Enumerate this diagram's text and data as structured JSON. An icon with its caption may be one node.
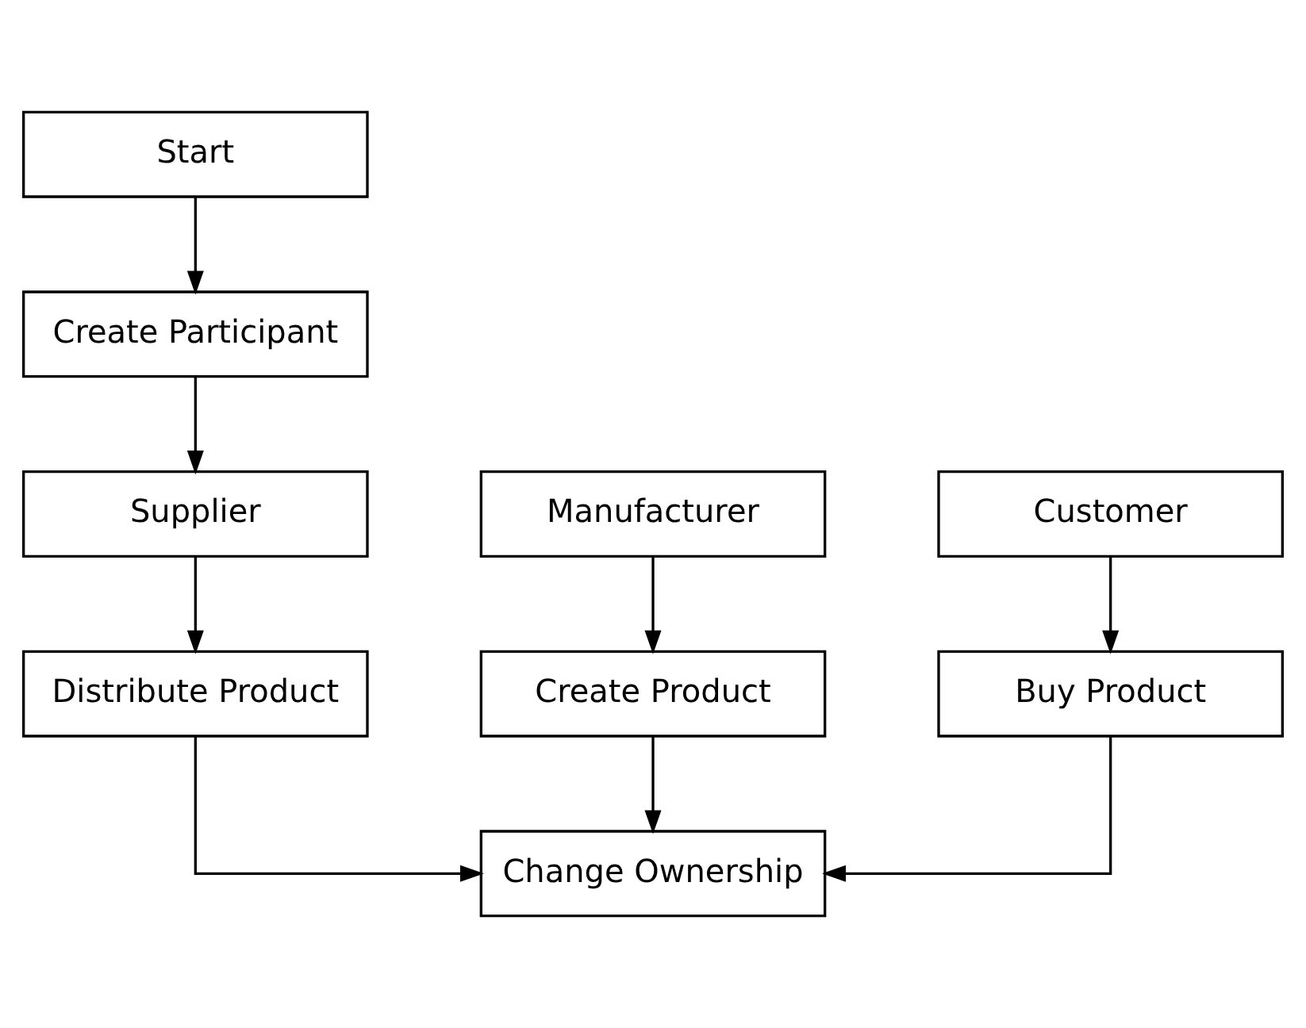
{
  "diagram": {
    "nodes": [
      {
        "text": [
          "Start"
        ]
      },
      {
        "text": [
          "Create Participant"
        ]
      },
      {
        "text": [
          "Manufacturer"
        ]
      },
      {
        "text": [
          "Supplier"
        ]
      },
      {
        "text": [
          "Customer"
        ]
      },
      {
        "text": [
          "Create Product"
        ]
      },
      {
        "text": [
          "Distribute Product"
        ]
      },
      {
        "text": [
          "Buy Product"
        ]
      },
      {
        "text": [
          "Change Ownership"
        ]
      }
    ],
    "edges": [
      {
        "from": 0,
        "to": 1,
        "arrow": "to"
      },
      {
        "from": 1,
        "to": 3,
        "arrow": "to"
      },
      {
        "from": 2,
        "to": 5,
        "arrow": "to"
      },
      {
        "from": 3,
        "to": 6,
        "arrow": "to"
      },
      {
        "from": 4,
        "to": 7,
        "arrow": "to"
      },
      {
        "from": 5,
        "to": 8,
        "arrow": "to"
      },
      {
        "from": 6,
        "to": 8,
        "arrow": "to"
      },
      {
        "from": 7,
        "to": 8,
        "arrow": "to"
      }
    ]
  }
}
